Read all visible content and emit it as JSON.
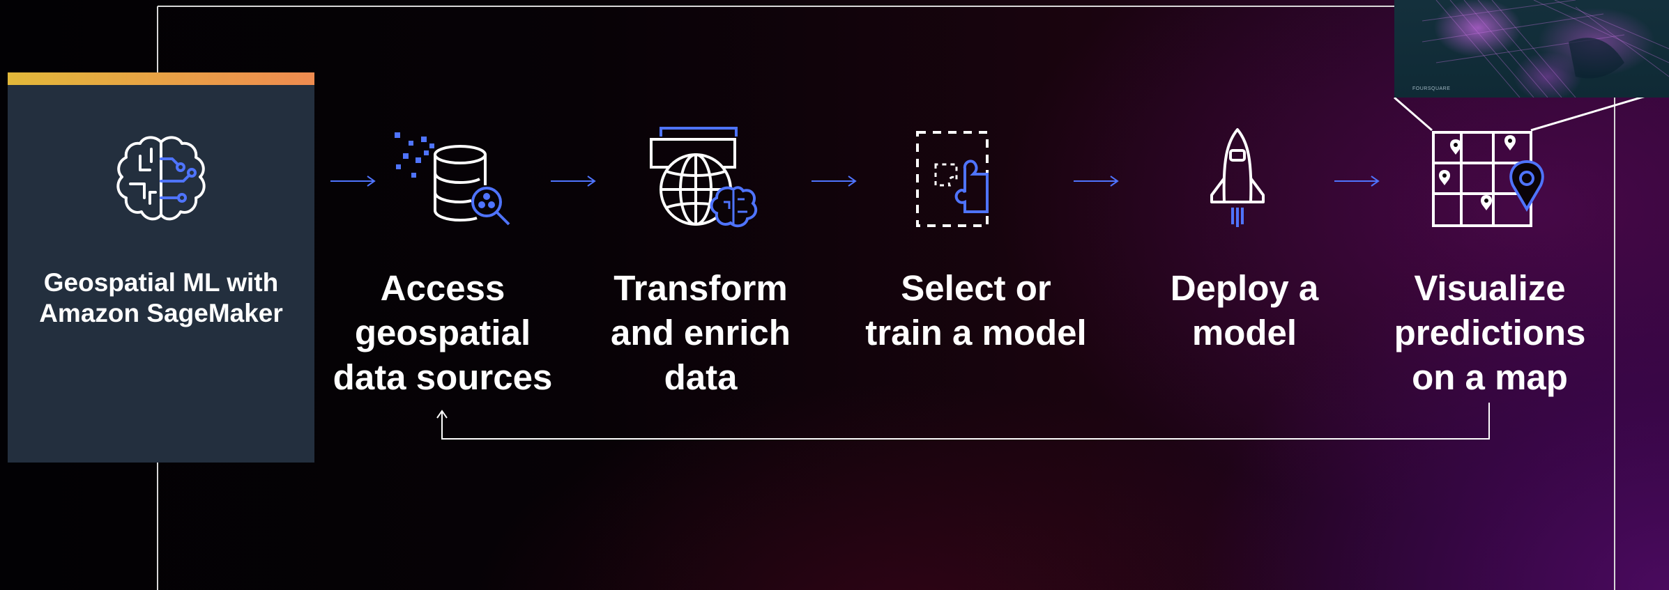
{
  "product": {
    "title_line1": "Geospatial ML with",
    "title_line2": "Amazon SageMaker",
    "icon": "brain-circuit-icon"
  },
  "steps": [
    {
      "lines": [
        "Access",
        "geospatial",
        "data sources"
      ],
      "icon": "database-search-icon"
    },
    {
      "lines": [
        "Transform",
        "and enrich",
        "data"
      ],
      "icon": "globe-brain-icon"
    },
    {
      "lines": [
        "Select or",
        "train a model"
      ],
      "icon": "puzzle-piece-icon"
    },
    {
      "lines": [
        "Deploy a",
        "model"
      ],
      "icon": "rocket-icon"
    },
    {
      "lines": [
        "Visualize",
        "predictions",
        "on a map"
      ],
      "icon": "map-grid-pin-icon"
    }
  ],
  "map_thumbnail": {
    "credit": "FOURSQUARE"
  },
  "colors": {
    "card": "#232f3e",
    "accent_blue": "#4f74ff",
    "bar_start": "#e2b83a",
    "bar_end": "#ee8b50",
    "outline": "#ffffff"
  }
}
